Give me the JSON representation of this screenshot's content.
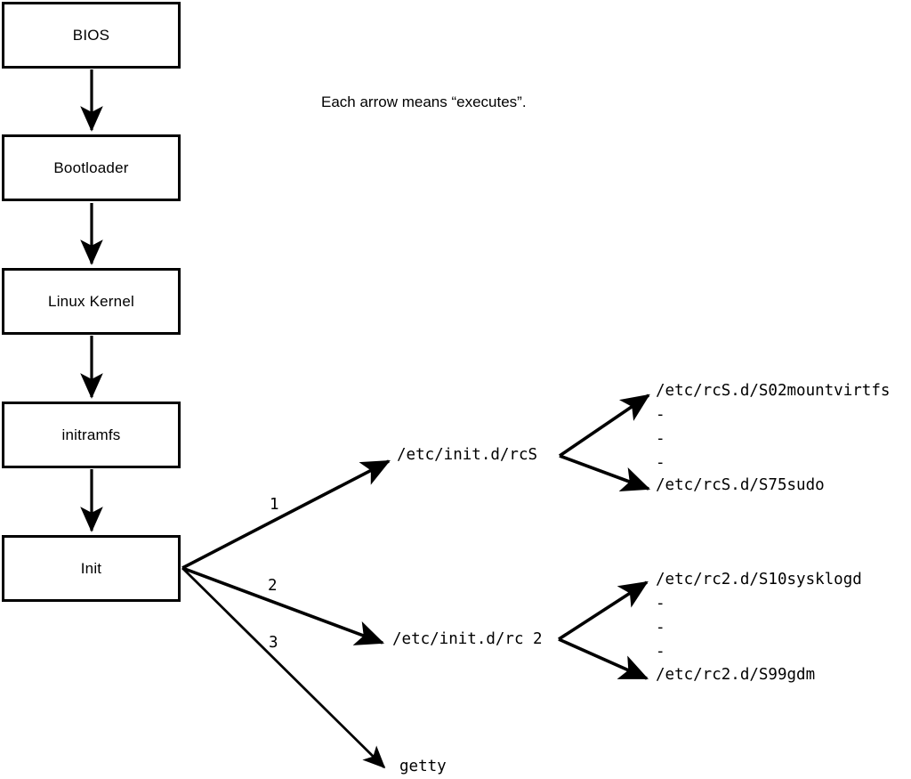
{
  "diagram": {
    "caption": "Each arrow means “executes”.",
    "stroke_color": "#000000",
    "background_color": "#ffffff",
    "boot_chain": [
      {
        "label": "BIOS"
      },
      {
        "label": "Bootloader"
      },
      {
        "label": "Linux Kernel"
      },
      {
        "label": "initramfs"
      },
      {
        "label": "Init"
      }
    ],
    "init_branches": [
      {
        "number": "1",
        "target": "/etc/init.d/rcS"
      },
      {
        "number": "2",
        "target": "/etc/init.d/rc 2"
      },
      {
        "number": "3",
        "target": "getty"
      }
    ],
    "rcs_scripts": {
      "first": "/etc/rcS.d/S02mountvirtfs",
      "ellipsis": [
        "-",
        "-",
        "-"
      ],
      "last": "/etc/rcS.d/S75sudo"
    },
    "rc2_scripts": {
      "first": "/etc/rc2.d/S10sysklogd",
      "ellipsis": [
        "-",
        "-",
        "-"
      ],
      "last": "/etc/rc2.d/S99gdm"
    }
  }
}
